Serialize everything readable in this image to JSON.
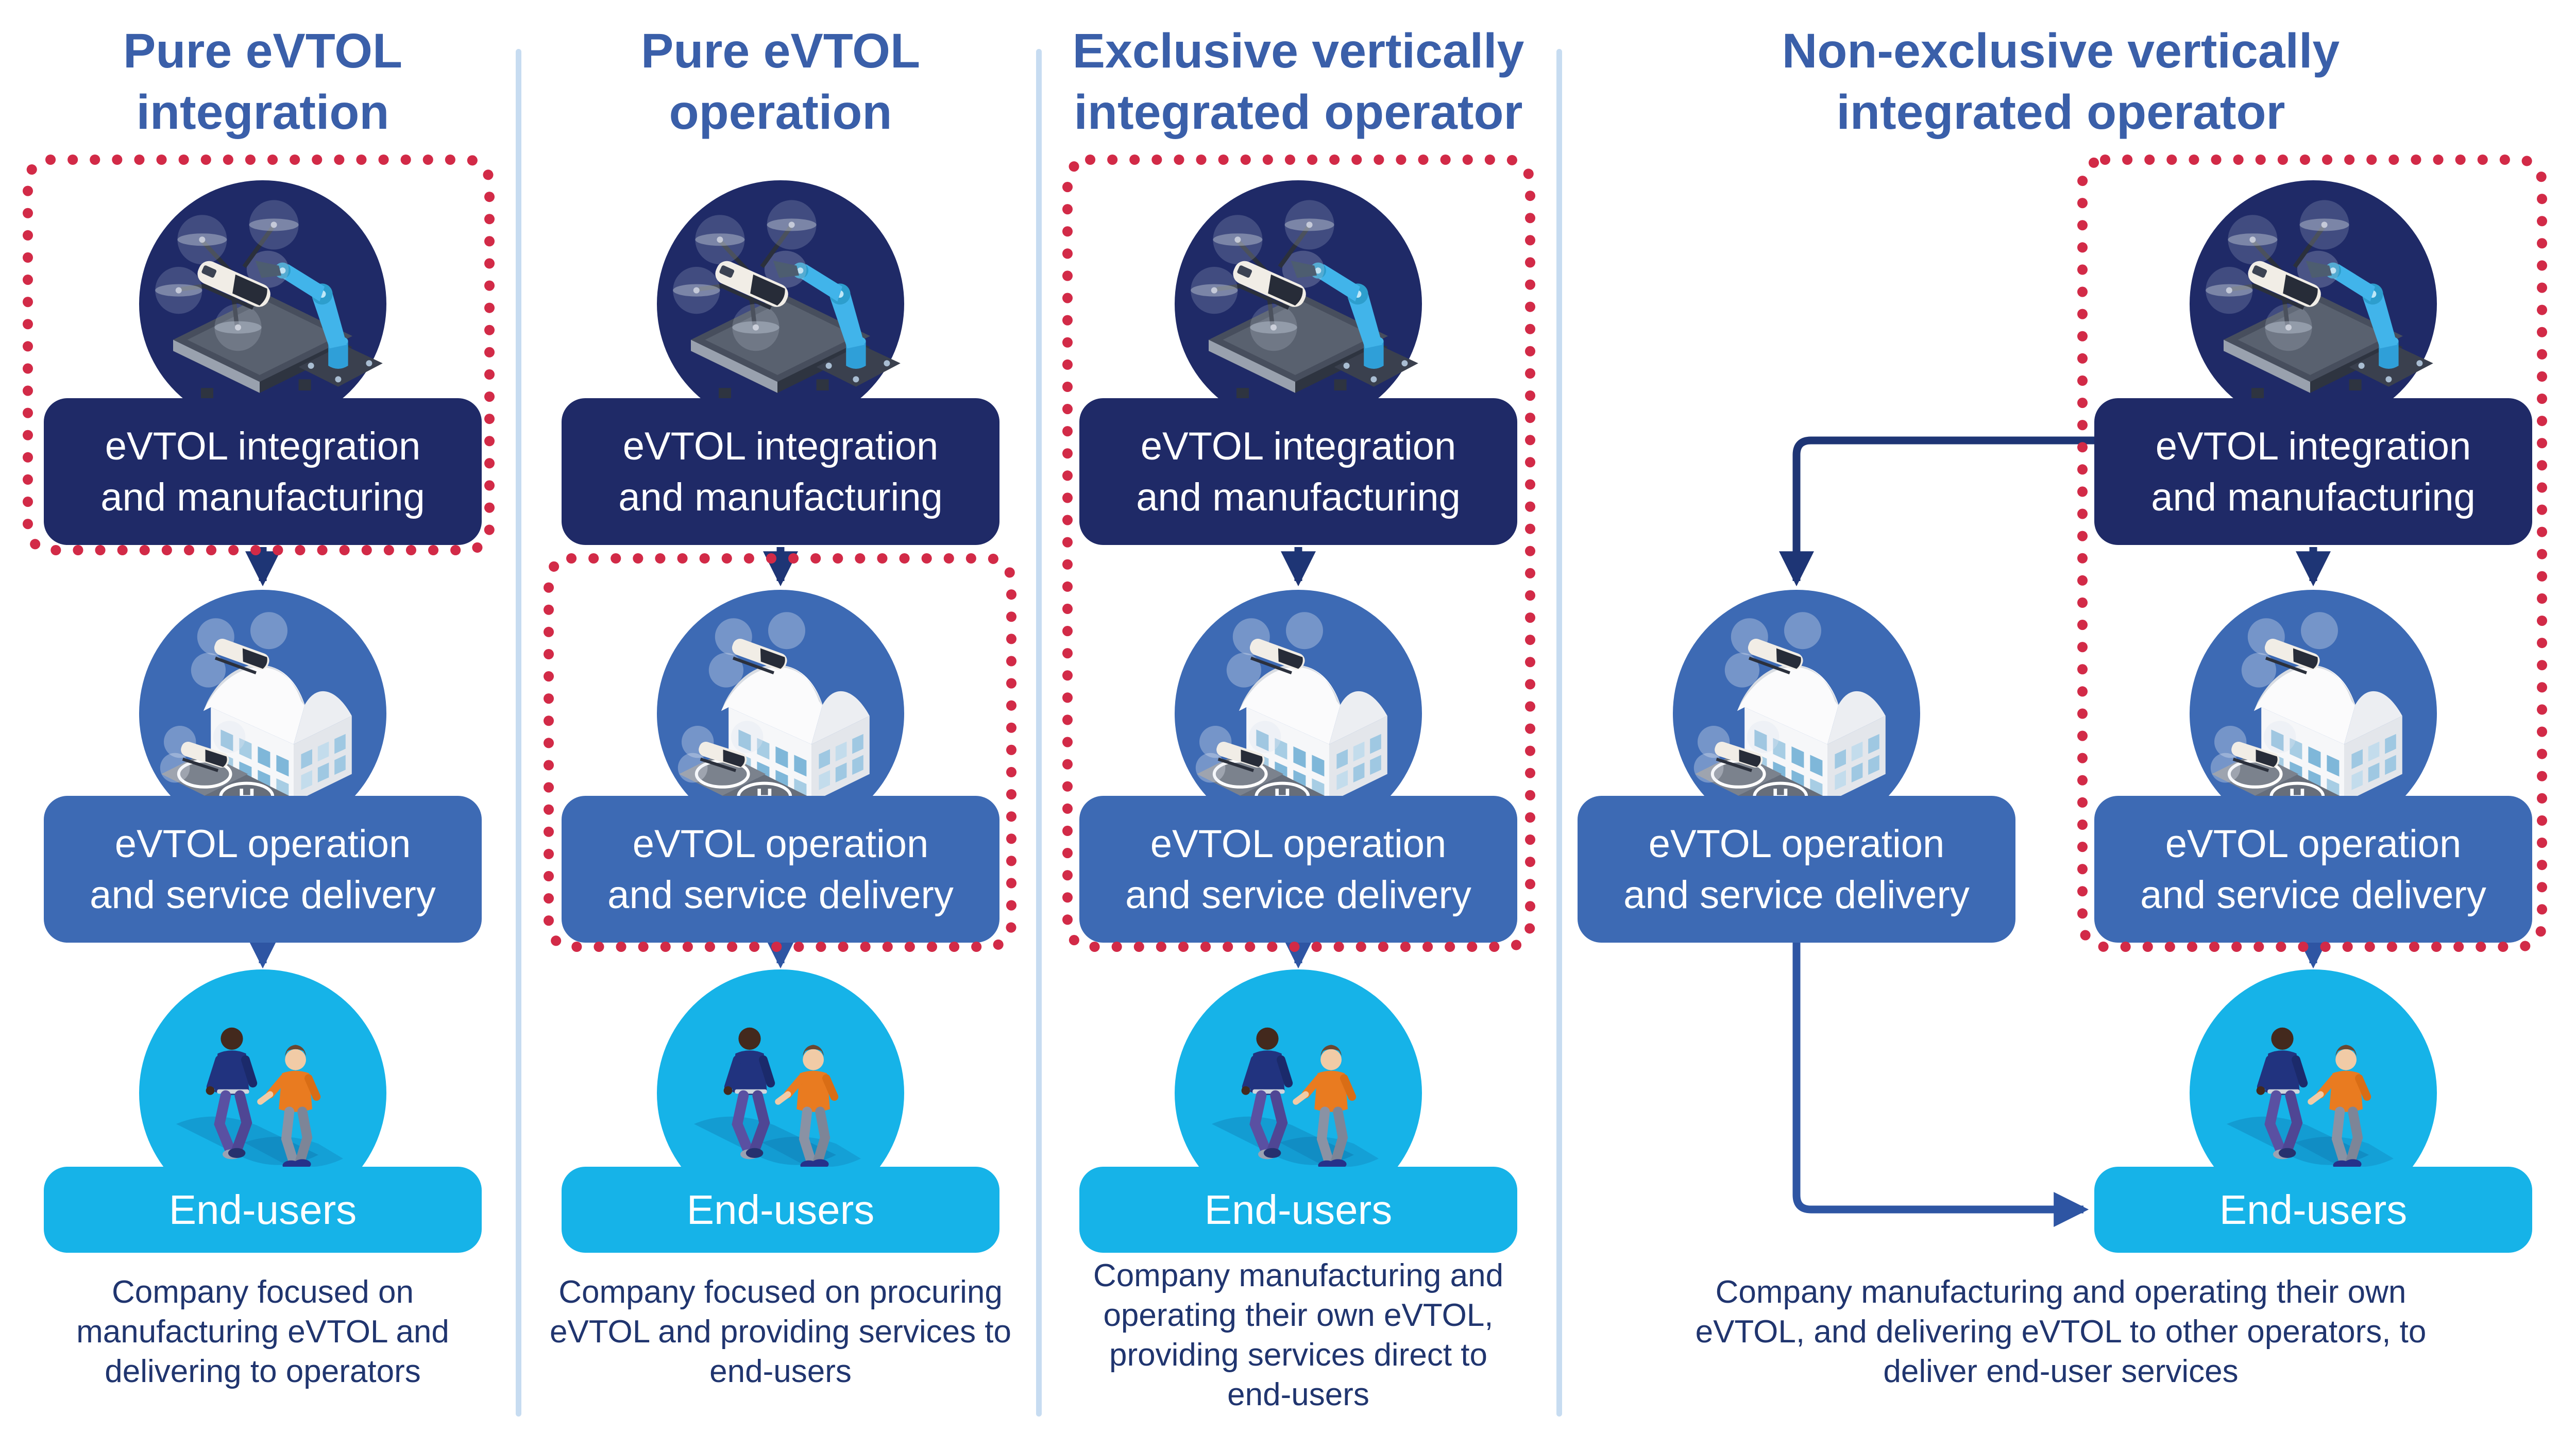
{
  "page": {
    "kind": "infographic-flow-diagram",
    "topic": "eVTOL business model archetypes"
  },
  "colors": {
    "navy_node": "#1f2a67",
    "blue_node": "#3d6ab4",
    "cyan_node": "#16b3e8",
    "title_blue": "#3a5fa9",
    "caption_navy": "#20356f",
    "dotted_outline_red": "#d22a47",
    "divider_light_blue": "#c7dcf1",
    "arrow_navy": "#1e3575",
    "arrow_blue": "#2e55a3",
    "label_text": "#ffffff"
  },
  "node_labels": {
    "integration_lines": [
      "eVTOL integration",
      "and manufacturing"
    ],
    "operation_lines": [
      "eVTOL operation",
      "and service delivery"
    ],
    "end_users": "End-users"
  },
  "icons": {
    "manufacturing": "evtol-assembly-robot-arm-illustration",
    "operation": "hangar-helipad-drones-illustration",
    "end_users": "two-passengers-illustration",
    "helipad_letter": "H"
  },
  "columns": [
    {
      "id": "pure-evtol-integration",
      "title_lines": [
        "Pure eVTOL",
        "integration"
      ],
      "dotted_scope": "integration only",
      "caption_lines": [
        "Company focused on",
        "manufacturing eVTOL and",
        "delivering to operators"
      ]
    },
    {
      "id": "pure-evtol-operation",
      "title_lines": [
        "Pure eVTOL",
        "operation"
      ],
      "dotted_scope": "operation only",
      "caption_lines": [
        "Company focused on procuring",
        "eVTOL and providing services to",
        "end-users"
      ]
    },
    {
      "id": "exclusive-vertically-integrated-operator",
      "title_lines": [
        "Exclusive vertically",
        "integrated operator"
      ],
      "dotted_scope": "integration and operation",
      "caption_lines": [
        "Company manufacturing and",
        "operating their own eVTOL,",
        "providing services direct to",
        "end-users"
      ]
    },
    {
      "id": "non-exclusive-vertically-integrated-operator",
      "title_lines": [
        "Non-exclusive vertically",
        "integrated operator"
      ],
      "dotted_scope": "integration and own operation (right branch)",
      "caption_lines": [
        "Company manufacturing and operating their own",
        "eVTOL, and delivering eVTOL to other operators, to",
        "deliver end-user services"
      ]
    }
  ]
}
